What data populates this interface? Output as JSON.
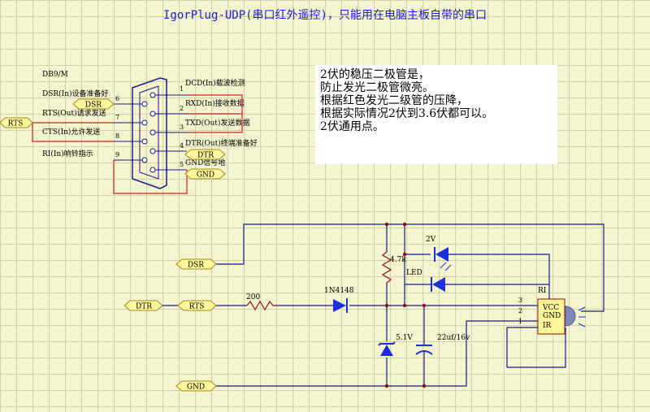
{
  "title": "IgorPlug-UDP(串口红外遥控)，只能用在电脑主板自带的串口",
  "connector": {
    "name": "DB9/M",
    "pins": [
      {
        "num": "1",
        "label": "DCD(In)载波检测"
      },
      {
        "num": "2",
        "label": "RXD(In)接收数据"
      },
      {
        "num": "3",
        "label": "TXD(Out)发送数据"
      },
      {
        "num": "4",
        "label": "DTR(Out)终端准备好"
      },
      {
        "num": "5",
        "label": "GND信号地"
      },
      {
        "num": "6",
        "label": "DSR(In)设备准备好"
      },
      {
        "num": "7",
        "label": "RTS(Out)请求发送"
      },
      {
        "num": "8",
        "label": "CTS(In)允许发送"
      },
      {
        "num": "9",
        "label": "RI(In)响铃指示"
      }
    ]
  },
  "net_labels": {
    "dsr": "DSR",
    "rts": "RTS",
    "dtr": "DTR",
    "gnd": "GND"
  },
  "components": {
    "resistor_200": "200",
    "diode": "1N4148",
    "resistor_4k7": "4.7k",
    "led_2v": "2V",
    "led": "LED",
    "zener": "5.1V",
    "capacitor": "22uf/16v",
    "ir_module": "RI",
    "ir_vcc": "VCC",
    "ir_gnd": "GND",
    "ir_ir": "IR",
    "ir_pin_3": "3",
    "ir_pin_2": "2",
    "ir_pin_1": "1"
  },
  "notes": [
    "2伏的稳压二极管是，",
    "防止发光二极管微亮。",
    "根据红色发光二级管的压降，",
    "根据实际情况2伏到3.6伏都可以。",
    "2伏通用点。"
  ],
  "colors": {
    "wire": "#1a1a8c",
    "wire_red": "#d42020",
    "component": "#1d2fd6",
    "label_fill": "#fff79a",
    "label_stroke": "#a08a2a",
    "junction": "#8a1010",
    "text": "#000000",
    "title": "#1c1cd0"
  }
}
